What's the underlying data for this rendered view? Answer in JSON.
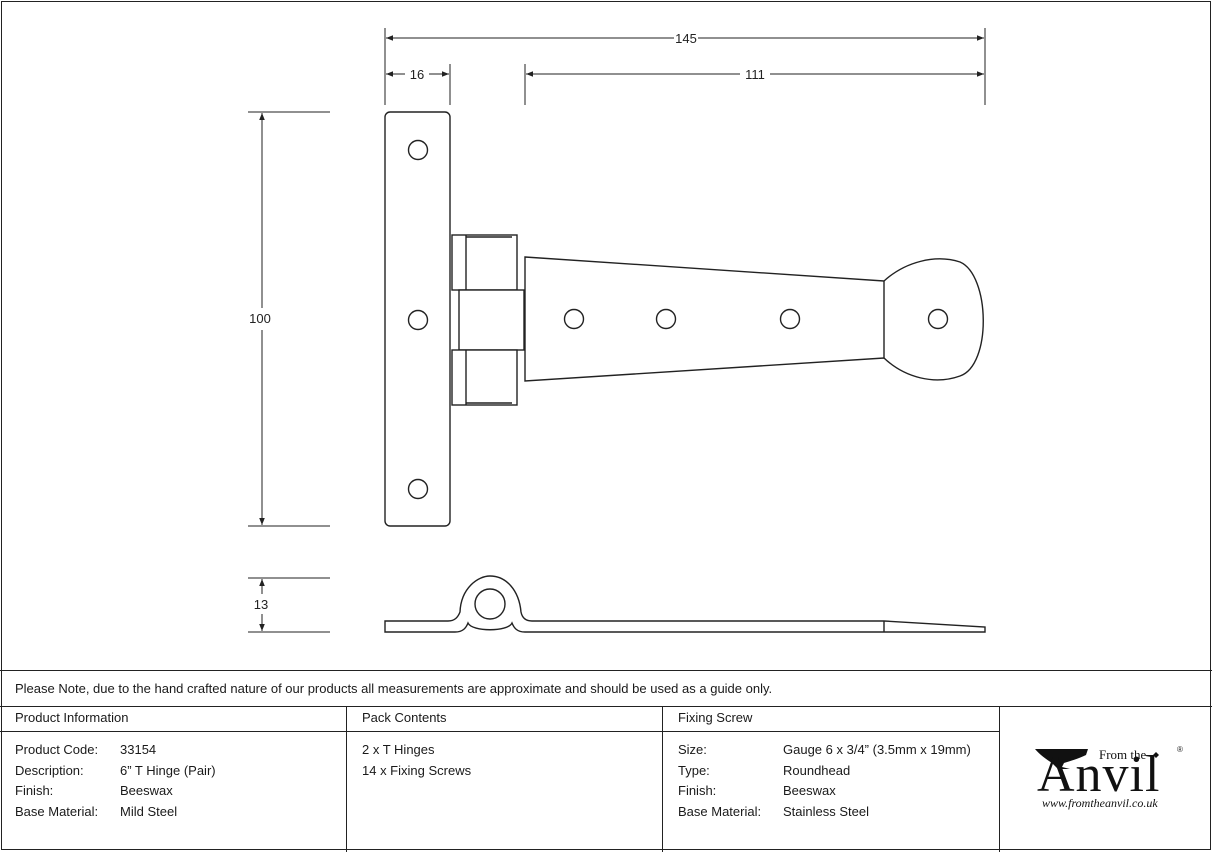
{
  "dimensions": {
    "overall_width": "145",
    "leaf_width": "16",
    "strap_length": "111",
    "height": "100",
    "thickness": "13"
  },
  "note": "Please Note, due to the hand crafted nature of our products all measurements are approximate and should be used as a guide only.",
  "product_info": {
    "heading": "Product Information",
    "rows": [
      {
        "label": "Product Code:",
        "value": "33154"
      },
      {
        "label": "Description:",
        "value": "6” T Hinge (Pair)"
      },
      {
        "label": "Finish:",
        "value": "Beeswax"
      },
      {
        "label": "Base Material:",
        "value": "Mild Steel"
      }
    ]
  },
  "pack_contents": {
    "heading": "Pack Contents",
    "items": [
      "2 x T Hinges",
      "14 x Fixing Screws"
    ]
  },
  "fixing_screw": {
    "heading": "Fixing Screw",
    "rows": [
      {
        "label": "Size:",
        "value": "Gauge 6 x 3/4” (3.5mm x 19mm)"
      },
      {
        "label": "Type:",
        "value": "Roundhead"
      },
      {
        "label": "Finish:",
        "value": "Beeswax"
      },
      {
        "label": "Base Material:",
        "value": "Stainless Steel"
      }
    ]
  },
  "logo": {
    "from_the": "From the",
    "brand": "Anvil",
    "registered": "®",
    "url": "www.fromtheanvil.co.uk"
  }
}
